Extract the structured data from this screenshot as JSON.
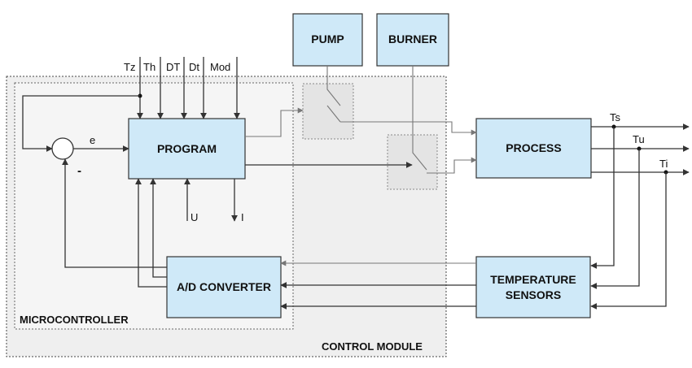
{
  "control_module": {
    "label": "CONTROL MODULE"
  },
  "microcontroller": {
    "label": "MICROCONTROLLER"
  },
  "blocks": {
    "pump": "PUMP",
    "burner": "BURNER",
    "program": "PROGRAM",
    "process": "PROCESS",
    "adc": "A/D CONVERTER",
    "sensors_line1": "TEMPERATURE",
    "sensors_line2": "SENSORS"
  },
  "inputs": [
    "Tz",
    "Th",
    "DT",
    "Dt",
    "Mod"
  ],
  "signals": {
    "error": "e",
    "minus": "-",
    "u": "U",
    "i": "I",
    "ts": "Ts",
    "tu": "Tu",
    "ti": "Ti"
  },
  "colors": {
    "block_fill": "#cfe9f8",
    "region_fill": "#efefef",
    "line": "#333333"
  }
}
